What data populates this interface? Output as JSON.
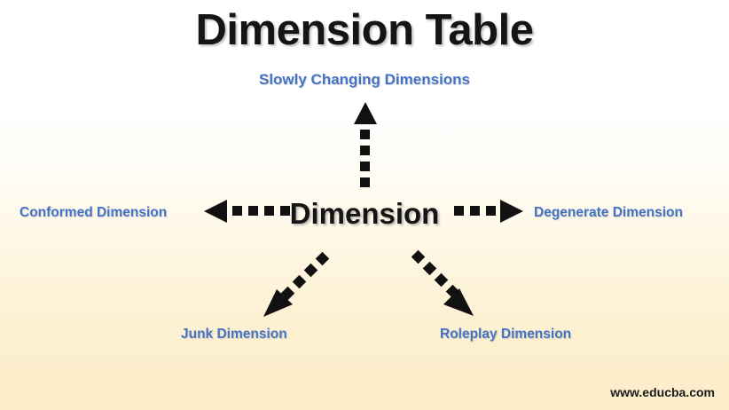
{
  "page": {
    "title": "Dimension Table",
    "subtitle": "Slowly Changing Dimensions",
    "watermark": "www.educba.com",
    "background_top_color": "#ffffff",
    "background_bottom_color": "#fceeca",
    "accent_color": "#4472c4",
    "arrow_color": "#111111"
  },
  "diagram": {
    "center": {
      "label": "Dimension"
    },
    "nodes": [
      {
        "id": "slowly-changing-dimensions",
        "label": "Slowly Changing Dimensions",
        "direction": "up"
      },
      {
        "id": "conformed-dimension",
        "label": "Conformed Dimension",
        "direction": "left"
      },
      {
        "id": "degenerate-dimension",
        "label": "Degenerate Dimension",
        "direction": "right"
      },
      {
        "id": "junk-dimension",
        "label": "Junk Dimension",
        "direction": "down-left"
      },
      {
        "id": "roleplay-dimension",
        "label": "Roleplay Dimension",
        "direction": "down-right"
      }
    ],
    "connectors": [
      {
        "id": "connector-up",
        "style": "dotted",
        "head": "triangle",
        "points_to": "slowly-changing-dimensions"
      },
      {
        "id": "connector-left",
        "style": "dotted",
        "head": "triangle",
        "points_to": "conformed-dimension"
      },
      {
        "id": "connector-right",
        "style": "dotted",
        "head": "triangle",
        "points_to": "degenerate-dimension"
      },
      {
        "id": "connector-down-left",
        "style": "dotted",
        "head": "triangle",
        "points_to": "junk-dimension"
      },
      {
        "id": "connector-down-right",
        "style": "dotted",
        "head": "triangle",
        "points_to": "roleplay-dimension"
      }
    ]
  }
}
